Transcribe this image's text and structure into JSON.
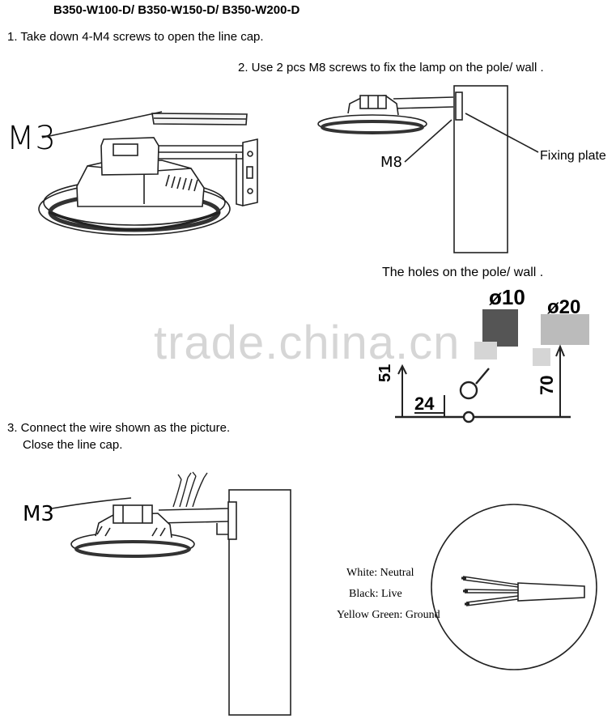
{
  "title": "B350-W100-D/ B350-W150-D/ B350-W200-D",
  "steps": {
    "step1": "1. Take down 4-M4 screws to open the line cap.",
    "step2": "2. Use 2 pcs M8 screws to fix the lamp on the pole/ wall .",
    "step3_line1": "3. Connect the wire shown as the picture.",
    "step3_line2": "Close the line cap."
  },
  "labels": {
    "m3_top": "M3",
    "m8": "M8",
    "fixing_plate": "Fixing plate",
    "holes_caption": "The holes on the pole/ wall .",
    "dia10": "ø10",
    "dia20": "ø20",
    "dim51": "51",
    "dim24": "24",
    "dim70": "70",
    "m3_bottom": "M3"
  },
  "wires": {
    "white": "White: Neutral",
    "black": "Black: Live",
    "yellow_green": "Yellow Green: Ground"
  },
  "watermark": "trade.china.cn"
}
